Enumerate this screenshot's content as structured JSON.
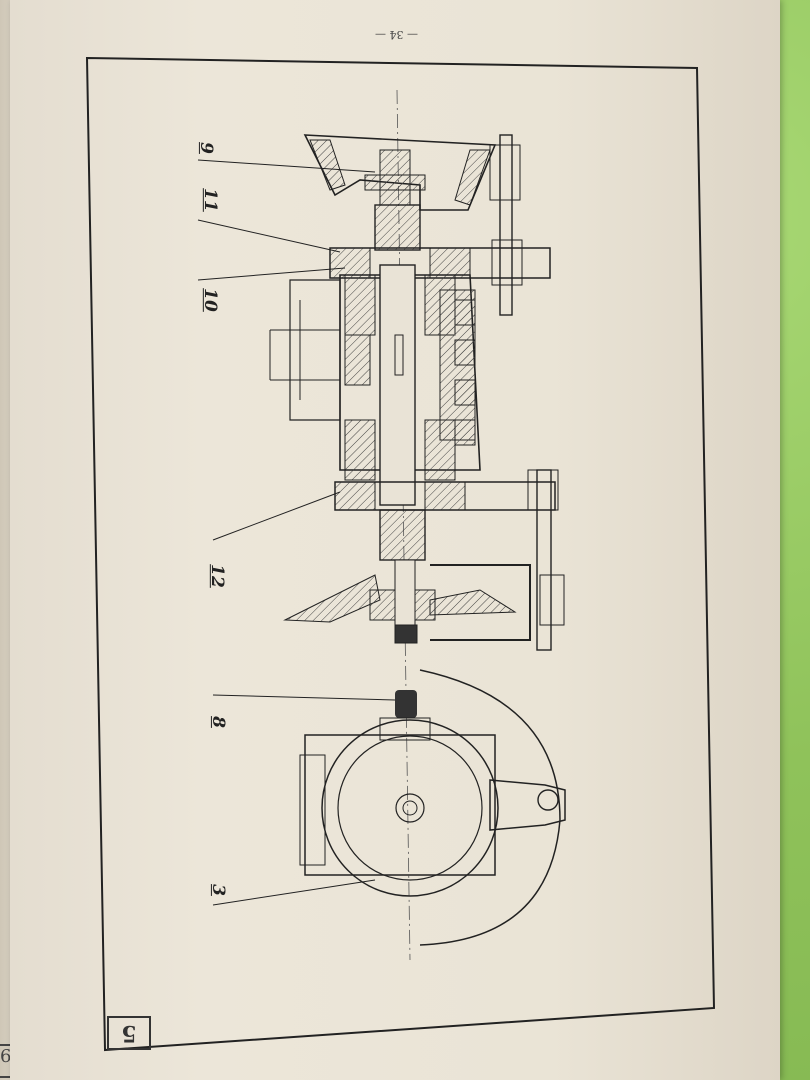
{
  "page_number": "— 34 —",
  "sheet_number": "5",
  "left_page_sheet_fragment": "6",
  "callouts": [
    {
      "id": "c9",
      "label": "9"
    },
    {
      "id": "c11",
      "label": "11"
    },
    {
      "id": "c10",
      "label": "10"
    },
    {
      "id": "c12",
      "label": "12"
    },
    {
      "id": "c8",
      "label": "8"
    },
    {
      "id": "c3",
      "label": "3"
    }
  ]
}
